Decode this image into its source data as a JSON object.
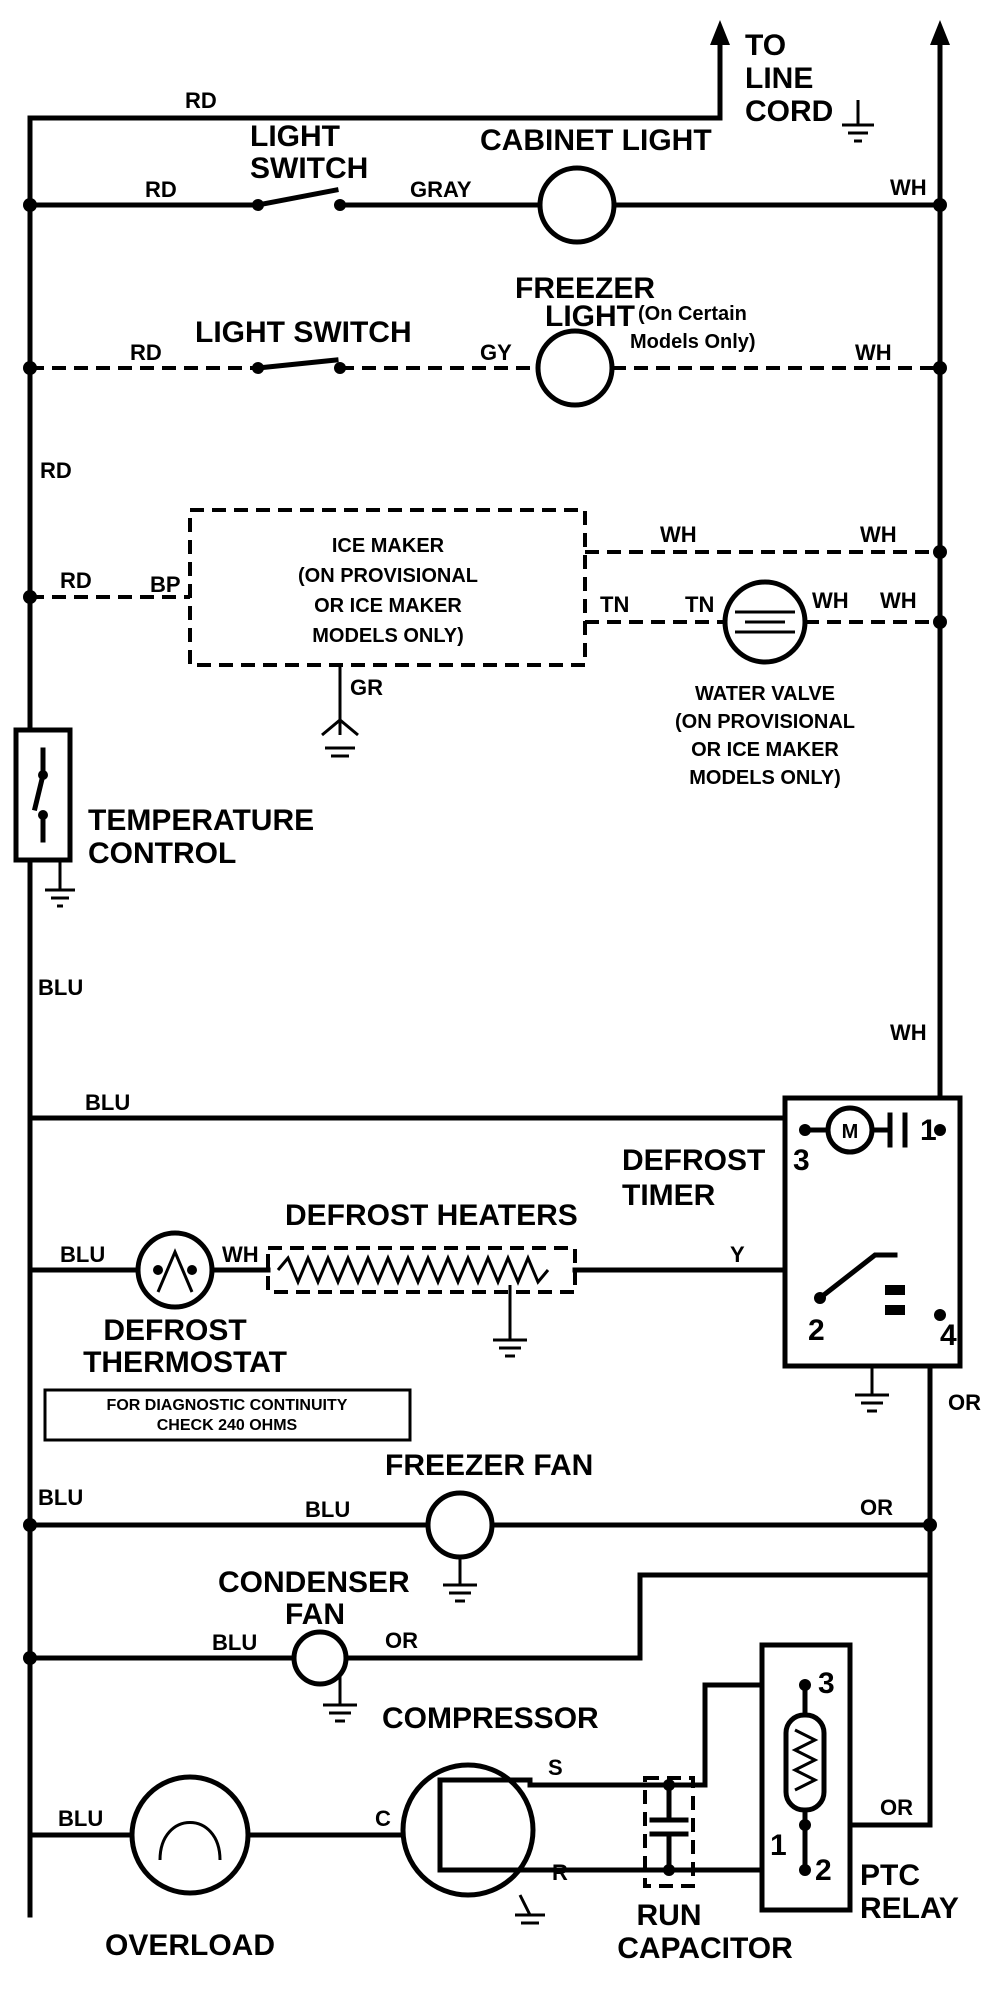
{
  "labels": {
    "to_line_cord": [
      "TO",
      "LINE",
      "CORD"
    ],
    "light_switch_1": [
      "LIGHT",
      "SWITCH"
    ],
    "cabinet_light": "CABINET LIGHT",
    "freezer_light": [
      "FREEZER",
      "LIGHT"
    ],
    "freezer_light_note": [
      "(On Certain",
      "Models Only)"
    ],
    "light_switch_2": "LIGHT SWITCH",
    "ice_maker": [
      "ICE MAKER",
      "(ON PROVISIONAL",
      "OR ICE MAKER",
      "MODELS ONLY)"
    ],
    "water_valve": [
      "WATER VALVE",
      "(ON PROVISIONAL",
      "OR ICE MAKER",
      "MODELS ONLY)"
    ],
    "temperature_control": [
      "TEMPERATURE",
      "CONTROL"
    ],
    "defrost_timer": [
      "DEFROST",
      "TIMER"
    ],
    "defrost_heaters": "DEFROST HEATERS",
    "defrost_thermostat": [
      "DEFROST",
      "THERMOSTAT"
    ],
    "diagnostic_note": [
      "FOR DIAGNOSTIC CONTINUITY",
      "CHECK 240 OHMS"
    ],
    "freezer_fan": "FREEZER FAN",
    "condenser_fan": [
      "CONDENSER",
      "FAN"
    ],
    "compressor": "COMPRESSOR",
    "overload": "OVERLOAD",
    "run_capacitor": [
      "RUN",
      "CAPACITOR"
    ],
    "ptc_relay": [
      "PTC",
      "RELAY"
    ]
  },
  "wires": {
    "rd": "RD",
    "gray": "GRAY",
    "gy": "GY",
    "wh": "WH",
    "bp": "BP",
    "tn": "TN",
    "gr": "GR",
    "blu": "BLU",
    "y": "Y",
    "or": "OR",
    "c": "C",
    "s": "S",
    "r": "R"
  },
  "terminals": {
    "timer_1": "1",
    "timer_2": "2",
    "timer_3": "3",
    "timer_4": "4",
    "relay_1": "1",
    "relay_2": "2",
    "relay_3": "3"
  },
  "timer_motor": "M"
}
